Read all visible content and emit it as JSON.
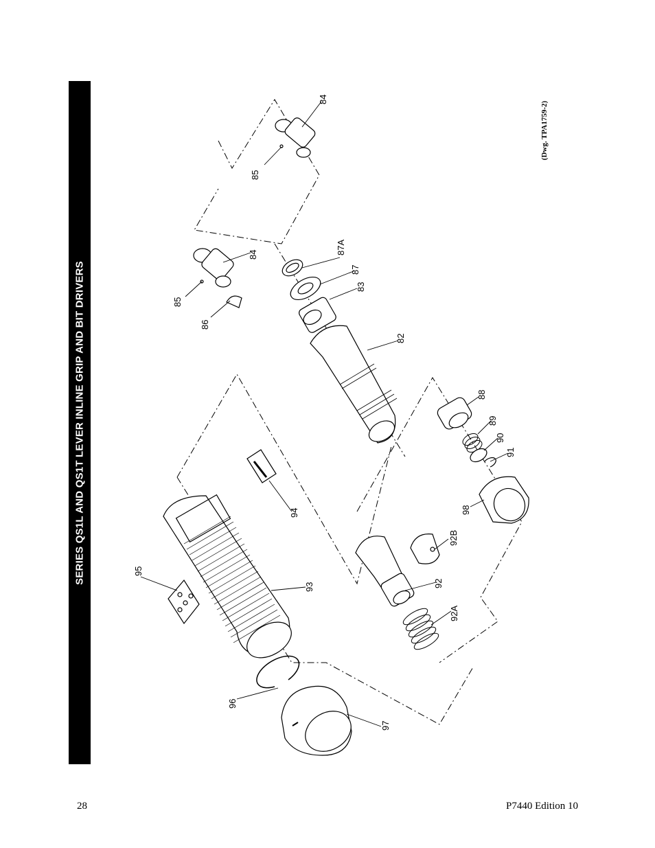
{
  "section_title": "SERIES QS1L AND QS1T LEVER INLINE GRIP AND BIT DRIVERS",
  "drawing_ref": "(Dwg. TPA1759-2)",
  "footer": {
    "page_number": "28",
    "edition": "P7440 Edition 10"
  },
  "callouts": {
    "c84_top": "84",
    "c85_top": "85",
    "c84_mid": "84",
    "c85_mid": "85",
    "c86": "86",
    "c87A": "87A",
    "c87": "87",
    "c83": "83",
    "c82": "82",
    "c88": "88",
    "c89": "89",
    "c90": "90",
    "c91": "91",
    "c98": "98",
    "c92B": "92B",
    "c92": "92",
    "c92A": "92A",
    "c94": "94",
    "c95": "95",
    "c93": "93",
    "c96": "96",
    "c97": "97"
  }
}
